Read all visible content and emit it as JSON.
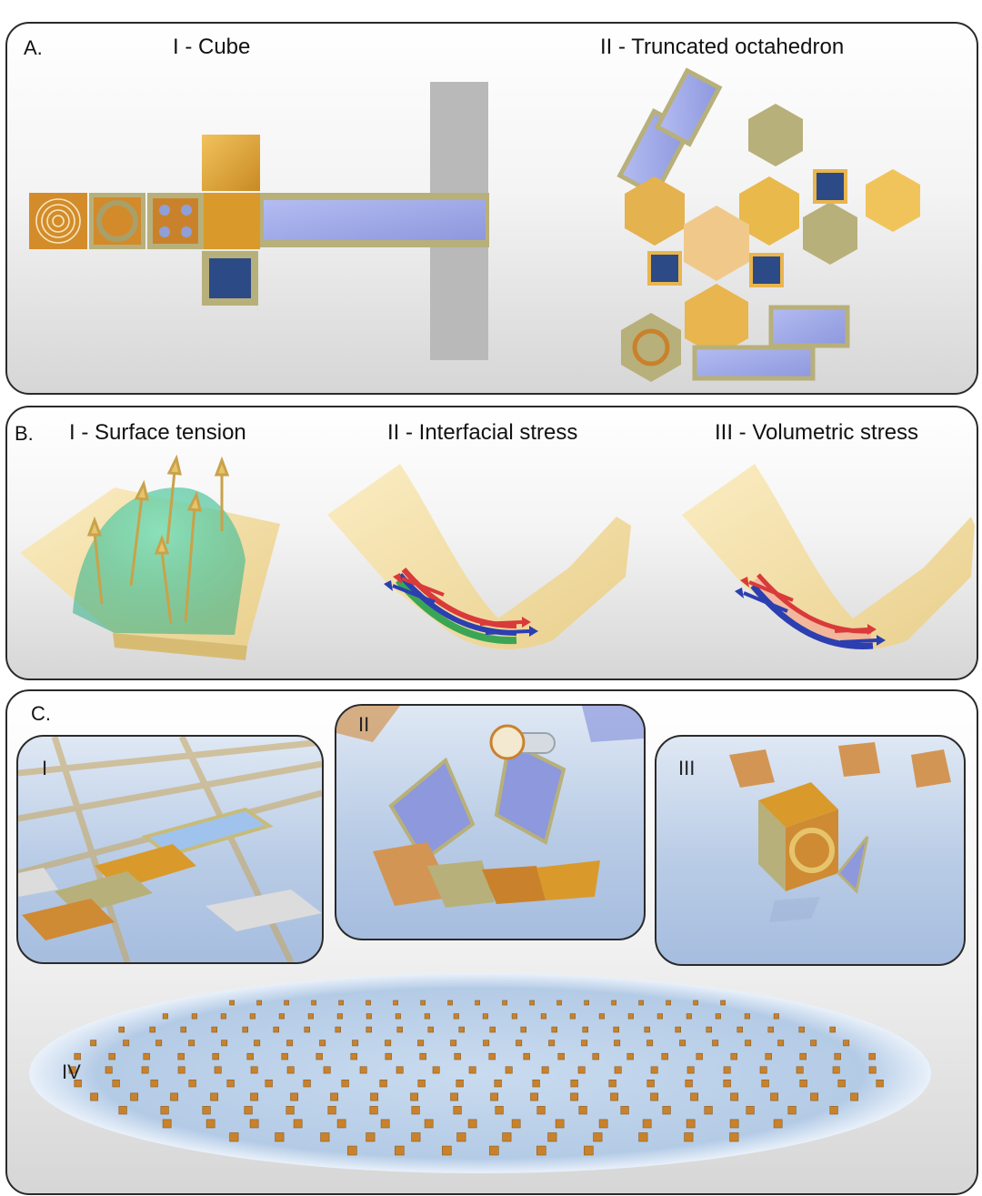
{
  "panel_a": {
    "label": "A.",
    "titles": [
      "I - Cube",
      "II - Truncated octahedron"
    ]
  },
  "panel_b": {
    "label": "B.",
    "titles": [
      "I - Surface tension",
      "II - Interfacial stress",
      "III - Volumetric stress"
    ]
  },
  "panel_c": {
    "label": "C.",
    "inset_labels": [
      "I",
      "II",
      "III",
      "IV"
    ]
  },
  "colors": {
    "gold": "#d99a2b",
    "copper": "#c9802c",
    "olive_frame": "#b8b07a",
    "blue_panel": "#9fa9e6",
    "substrate_gray": "#b7b7b7",
    "cream": "#f3dfa6",
    "gel_green": "#4cc59a",
    "stress_red": "#d93a3a",
    "stress_blue": "#2c3fb0",
    "stress_green": "#3aa655"
  }
}
